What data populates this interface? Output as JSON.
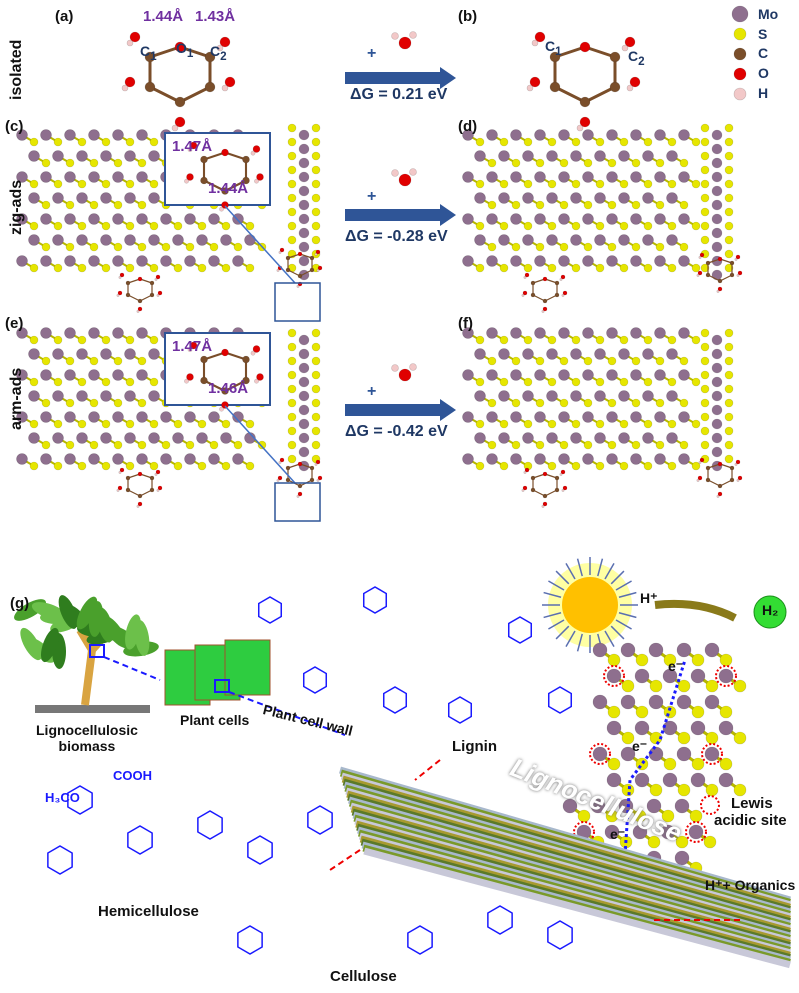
{
  "panels": {
    "a": "(a)",
    "b": "(b)",
    "c": "(c)",
    "d": "(d)",
    "e": "(e)",
    "f": "(f)",
    "g": "(g)"
  },
  "rows": {
    "isolated": "isolated",
    "zig": "zig-ads",
    "arm": "arm-ads"
  },
  "bonds": {
    "a1": "1.44Å",
    "a2": "1.43Å",
    "c1": "1.47Å",
    "c2": "1.44Å",
    "e1": "1.47Å",
    "e2": "1.46Å"
  },
  "atoms": {
    "C1": "C",
    "O1": "O",
    "C2": "C",
    "sub1": "1",
    "sub2": "2"
  },
  "reactions": [
    {
      "plus": "+",
      "dg": "ΔG = 0.21 eV"
    },
    {
      "plus": "+",
      "dg": "ΔG = -0.28 eV"
    },
    {
      "plus": "+",
      "dg": "ΔG = -0.42 eV"
    }
  ],
  "legend": [
    {
      "label": "Mo",
      "color": "#8e6f8e"
    },
    {
      "label": "S",
      "color": "#e6e600"
    },
    {
      "label": "C",
      "color": "#7a4e2a"
    },
    {
      "label": "O",
      "color": "#e00000"
    },
    {
      "label": "H",
      "color": "#f2c8c8"
    }
  ],
  "g": {
    "biomass": "Lignocellulosic",
    "biomass2": "biomass",
    "plant_cells": "Plant cells",
    "cell_wall": "Plant cell wall",
    "lignin": "Lignin",
    "hemicellulose": "Hemicellulose",
    "cellulose": "Cellulose",
    "lignocellulose": "Lignocellulose",
    "h_plus": "H⁺",
    "h2": "H₂",
    "electron": "e⁻",
    "lewis": "Lewis",
    "lewis2": "acidic site",
    "organics": "H⁺+ Organics",
    "cooh": "COOH",
    "h3co": "H₃CO"
  }
}
